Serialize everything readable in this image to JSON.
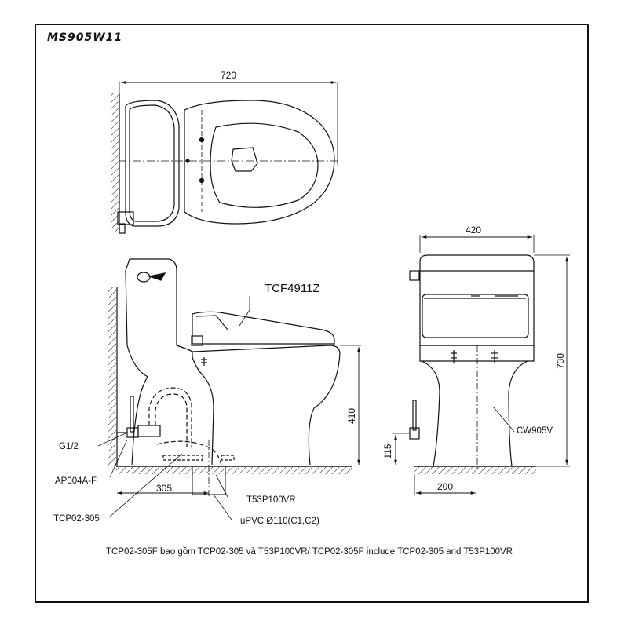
{
  "title": "MS905W11",
  "dimensions": {
    "top_width": "720",
    "side_width": "420",
    "height_total": "730",
    "seat_height": "410",
    "supply_height": "115",
    "rough_in": "305",
    "front_offset": "200"
  },
  "labels": {
    "seat_model": "TCF4911Z",
    "bowl_model": "CW905V",
    "supply_thread": "G1/2",
    "stop_valve": "AP004A-F",
    "flange_kit": "TCP02-305",
    "flange_part": "T53P100VR",
    "drain_pipe": "uPVC Ø110(C1,C2)"
  },
  "footnote": "TCP02-305F bao gồm TCP02-305 và T53P100VR/ TCP02-305F include TCP02-305 and T53P100VR",
  "colors": {
    "line": "#111111",
    "background": "#ffffff"
  }
}
